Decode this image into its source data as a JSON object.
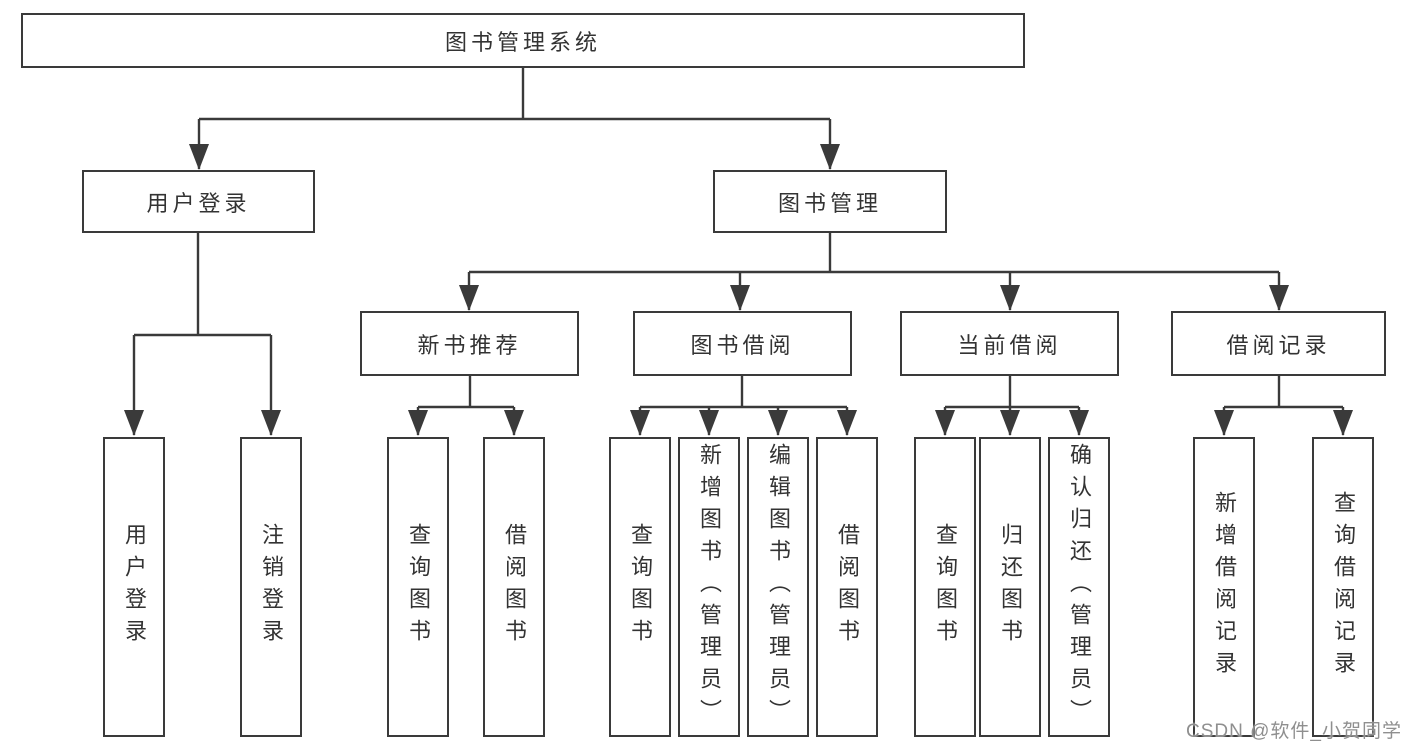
{
  "tree": {
    "root": {
      "label": "图书管理系统",
      "children": [
        {
          "label": "用户登录",
          "children": [
            {
              "label": "用户登录"
            },
            {
              "label": "注销登录"
            }
          ]
        },
        {
          "label": "图书管理",
          "children": [
            {
              "label": "新书推荐",
              "children": [
                {
                  "label": "查询图书"
                },
                {
                  "label": "借阅图书"
                }
              ]
            },
            {
              "label": "图书借阅",
              "children": [
                {
                  "label": "查询图书"
                },
                {
                  "label": "新增图书（管理员）"
                },
                {
                  "label": "编辑图书（管理员）"
                },
                {
                  "label": "借阅图书"
                }
              ]
            },
            {
              "label": "当前借阅",
              "children": [
                {
                  "label": "查询图书"
                },
                {
                  "label": "归还图书"
                },
                {
                  "label": "确认归还（管理员）"
                }
              ]
            },
            {
              "label": "借阅记录",
              "children": [
                {
                  "label": "新增借阅记录"
                },
                {
                  "label": "查询借阅记录"
                }
              ]
            }
          ]
        }
      ]
    }
  },
  "style": {
    "line_color": "#3a3a3a",
    "box_background": "#ffffff",
    "text_color": "#333333",
    "watermark_color": "#8f8f8f"
  },
  "watermark": {
    "text": "CSDN @软件_小贺同学"
  }
}
